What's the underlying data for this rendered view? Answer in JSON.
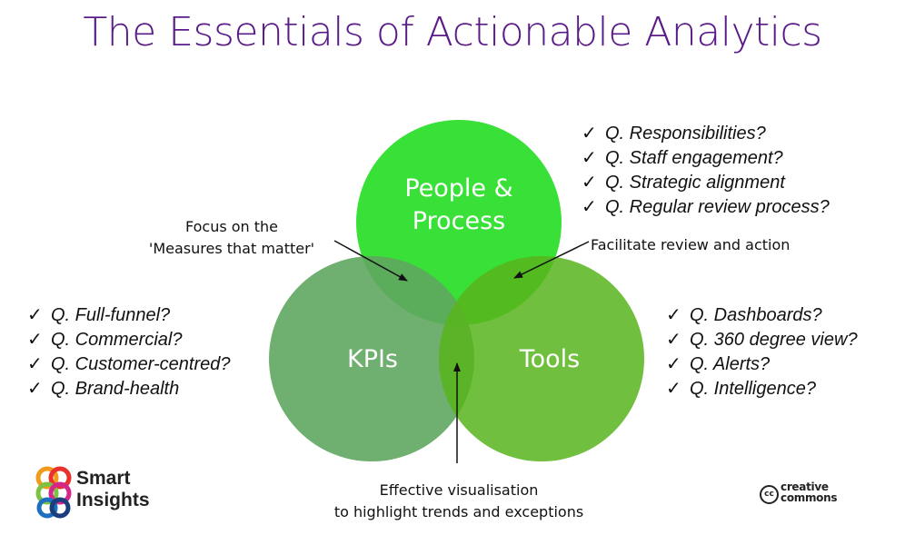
{
  "title": "The Essentials of Actionable Analytics",
  "circles": {
    "people": {
      "line1": "People &",
      "line2": "Process",
      "color": "#22dd22"
    },
    "kpis": {
      "label": "KPIs",
      "color": "#5fa65f"
    },
    "tools": {
      "label": "Tools",
      "color": "#58b41c"
    }
  },
  "check_mark": "✓",
  "people_questions": [
    "Q. Responsibilities?",
    "Q. Staff engagement?",
    "Q. Strategic alignment",
    "Q.  Regular review process?"
  ],
  "kpi_questions": [
    "Q. Full-funnel?",
    "Q. Commercial?",
    "Q. Customer-centred?",
    "Q. Brand-health"
  ],
  "tools_questions": [
    "Q. Dashboards?",
    "Q. 360 degree view?",
    "Q. Alerts?",
    "Q. Intelligence?"
  ],
  "callouts": {
    "focus": {
      "line1": "Focus on the",
      "line2": "'Measures that matter'"
    },
    "facilitate": "Facilitate review and action",
    "visualisation": {
      "line1": "Effective visualisation",
      "line2": "to highlight trends and exceptions"
    }
  },
  "logo": {
    "line1": "Smart",
    "line2": "Insights"
  },
  "license": {
    "icon": "cc",
    "line1": "creative",
    "line2": "commons"
  }
}
